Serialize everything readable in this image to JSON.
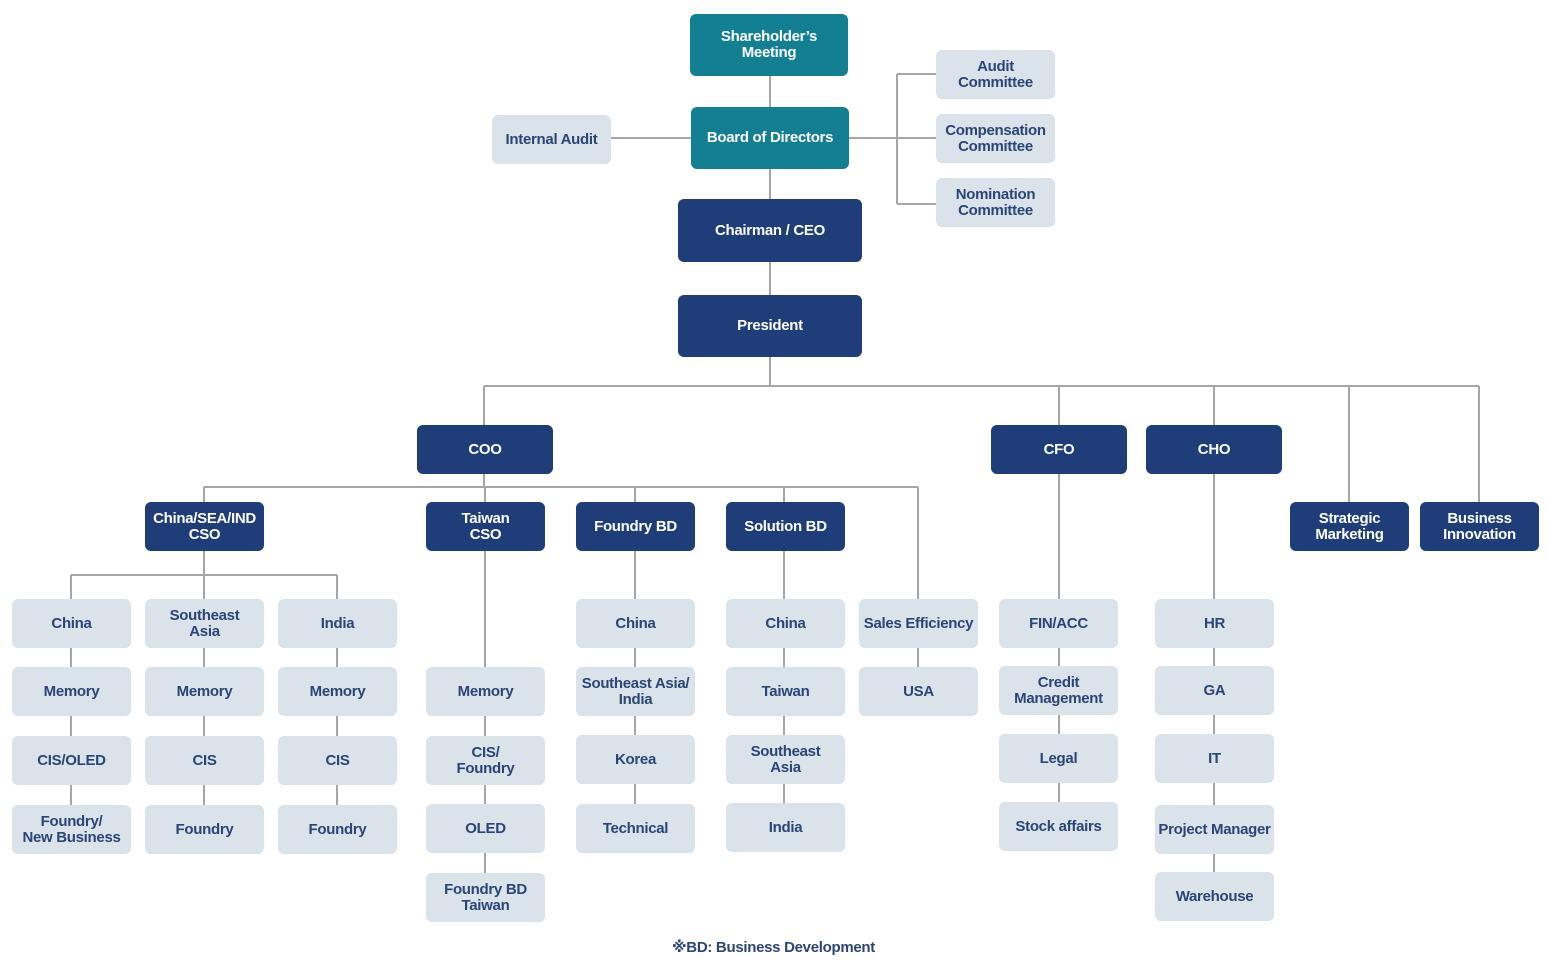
{
  "top": {
    "shareholders": "Shareholder’s\nMeeting",
    "board": "Board of Directors",
    "internal_audit": "Internal Audit",
    "audit_committee": "Audit\nCommittee",
    "compensation_committee": "Compensation\nCommittee",
    "nomination_committee": "Nomination\nCommittee",
    "chairman": "Chairman / CEO",
    "president": "President"
  },
  "executives": {
    "coo": "COO",
    "cfo": "CFO",
    "cho": "CHO",
    "strategic_marketing": "Strategic\nMarketing",
    "business_innovation": "Business\nInnovation"
  },
  "coo_units": {
    "china_sea_ind_cso": "China/SEA/IND\nCSO",
    "taiwan_cso": "Taiwan\nCSO",
    "foundry_bd": "Foundry BD",
    "solution_bd": "Solution BD",
    "sales_efficiency": "Sales Efficiency"
  },
  "columns": {
    "china": [
      "China",
      "Memory",
      "CIS/OLED",
      "Foundry/\nNew Business"
    ],
    "southeast_asia": [
      "Southeast\nAsia",
      "Memory",
      "CIS",
      "Foundry"
    ],
    "india": [
      "India",
      "Memory",
      "CIS",
      "Foundry"
    ],
    "taiwan": [
      "Memory",
      "CIS/\nFoundry",
      "OLED",
      "Foundry BD\nTaiwan"
    ],
    "foundry_bd": [
      "China",
      "Southeast Asia/\nIndia",
      "Korea",
      "Technical"
    ],
    "solution_bd": [
      "China",
      "Taiwan",
      "Southeast\nAsia",
      "India"
    ],
    "sales_efficiency": [
      "USA"
    ],
    "cfo": [
      "FIN/ACC",
      "Credit\nManagement",
      "Legal",
      "Stock affairs"
    ],
    "cho": [
      "HR",
      "GA",
      "IT",
      "Project Manager",
      "Warehouse"
    ]
  },
  "footnote": "※BD: Business Development",
  "colors": {
    "teal": "#127f93",
    "navy": "#1f3d78",
    "light_box": "#dbe3ea",
    "light_text": "#2a4576",
    "connector": "#a6a6a6"
  }
}
